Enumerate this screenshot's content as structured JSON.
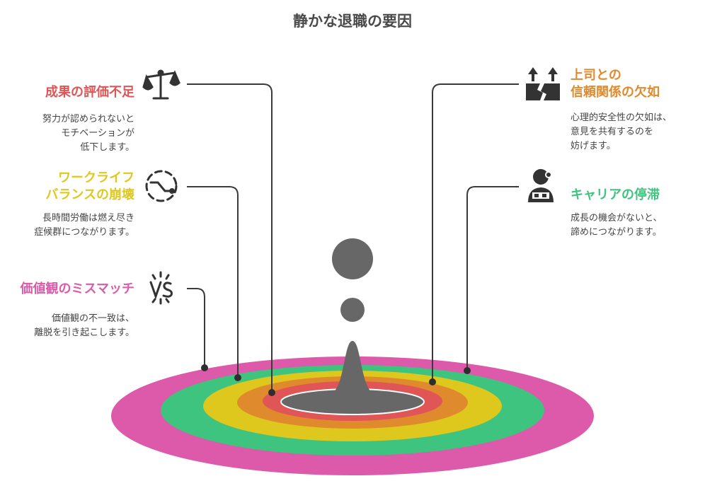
{
  "title": "静かな退職の要因",
  "colors": {
    "red": "#e05555",
    "orange": "#e08a2e",
    "yellow": "#dfc81e",
    "green": "#3ec47f",
    "pink": "#dc5aa9",
    "gray": "#676767"
  },
  "items": [
    {
      "id": "evaluation",
      "icon": "scale-icon",
      "label_lines": [
        "成果の評価不足"
      ],
      "desc_lines": [
        "努力が認められないと",
        "モチベーションが",
        "低下します。"
      ],
      "color": "#e05555"
    },
    {
      "id": "work-life",
      "icon": "cycle-icon",
      "label_lines": [
        "ワークライフ",
        "バランスの崩壊"
      ],
      "desc_lines": [
        "長時間労働は燃え尽き",
        "症候群につながります。"
      ],
      "color": "#dfc81e"
    },
    {
      "id": "values",
      "icon": "vs-icon",
      "label_lines": [
        "価値観のミスマッチ"
      ],
      "desc_lines": [
        "価値観の不一致は、",
        "離脱を引き起こします。"
      ],
      "color": "#dc5aa9"
    },
    {
      "id": "trust",
      "icon": "broken-trust-icon",
      "label_lines": [
        "上司との",
        "信頼関係の欠如"
      ],
      "desc_lines": [
        "心理的安全性の欠如は、",
        "意見を共有するのを",
        "妨げます。"
      ],
      "color": "#e08a2e"
    },
    {
      "id": "career",
      "icon": "stuck-person-icon",
      "label_lines": [
        "キャリアの停滞"
      ],
      "desc_lines": [
        "成長の機会がないと、",
        "諦めにつながります。"
      ],
      "color": "#3ec47f"
    }
  ]
}
